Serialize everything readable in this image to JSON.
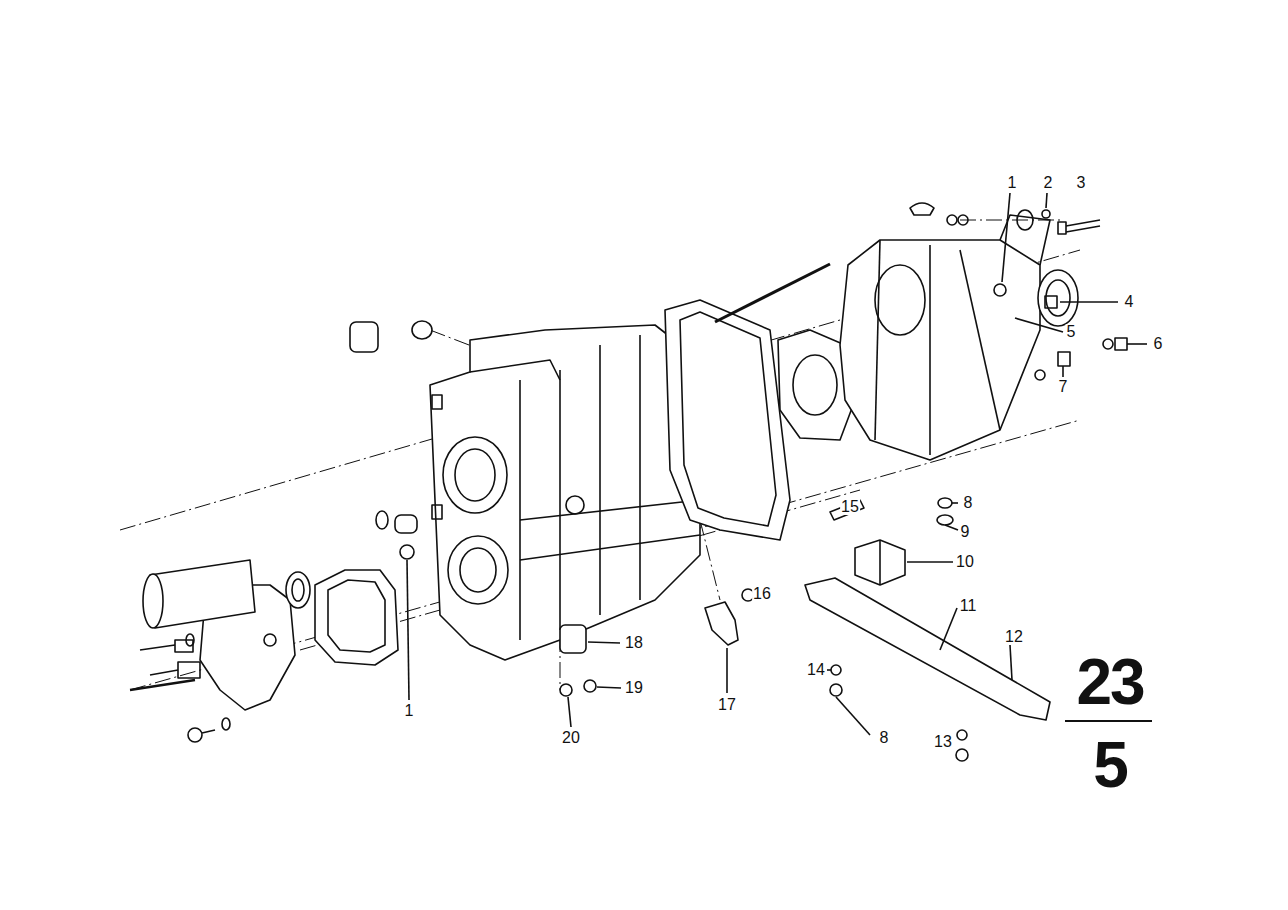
{
  "diagram": {
    "labels": [
      "1",
      "2",
      "3",
      "4",
      "5",
      "6",
      "7",
      "8",
      "15",
      "9",
      "10",
      "16",
      "11",
      "12",
      "18",
      "14",
      "19",
      "1",
      "17",
      "20",
      "8",
      "13",
      "23",
      "5"
    ]
  }
}
